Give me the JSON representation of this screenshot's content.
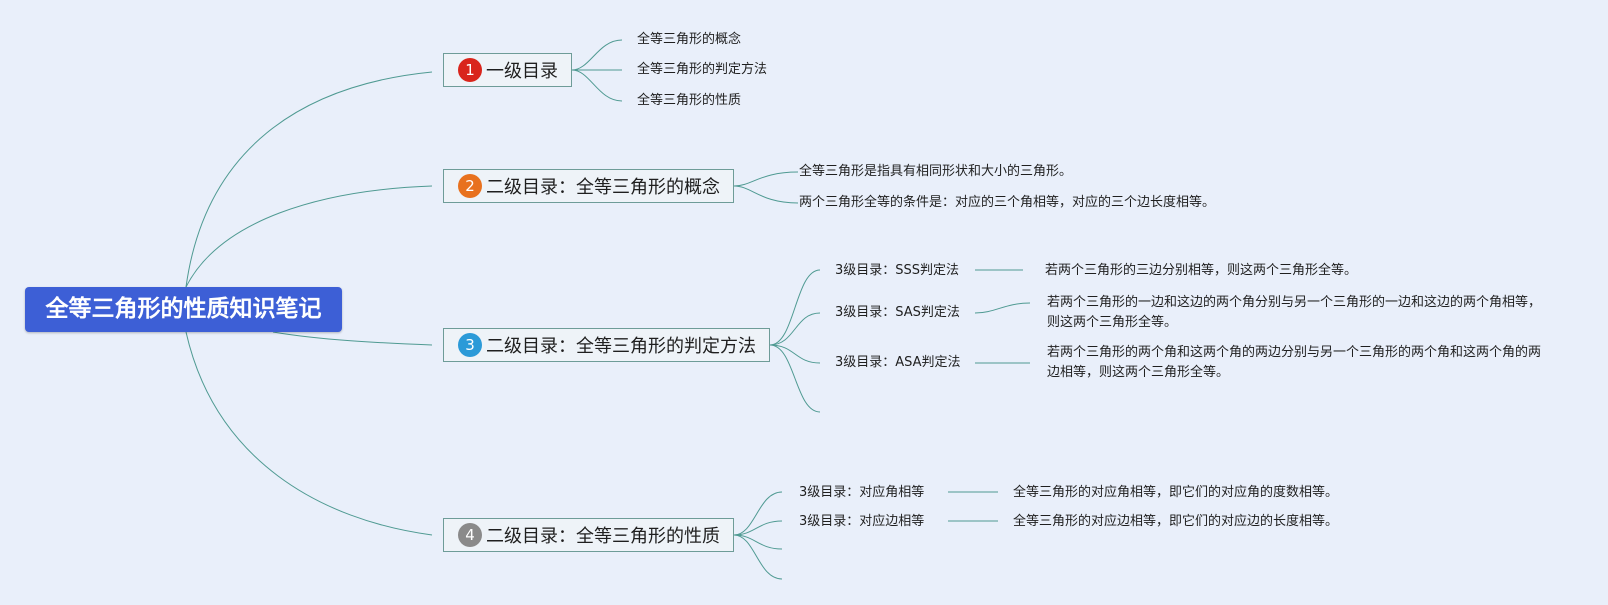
{
  "root": {
    "label": "全等三角形的性质知识笔记",
    "color": "#3d5fd6"
  },
  "branches": [
    {
      "num": "1",
      "num_color": "#d9251c",
      "label": "一级目录",
      "children": [
        "全等三角形的概念",
        "全等三角形的判定方法",
        "全等三角形的性质"
      ]
    },
    {
      "num": "2",
      "num_color": "#e8711e",
      "label": "二级目录：全等三角形的概念",
      "children": [
        "全等三角形是指具有相同形状和大小的三角形。",
        "两个三角形全等的条件是：对应的三个角相等，对应的三个边长度相等。"
      ]
    },
    {
      "num": "3",
      "num_color": "#2b9ad8",
      "label": "二级目录：全等三角形的判定方法",
      "children": [
        {
          "label": "3级目录：SSS判定法",
          "detail": "若两个三角形的三边分别相等，则这两个三角形全等。"
        },
        {
          "label": "3级目录：SAS判定法",
          "detail": "若两个三角形的一边和这边的两个角分别与另一个三角形的一边和这边的两个角相等，则这两个三角形全等。"
        },
        {
          "label": "3级目录：ASA判定法",
          "detail": "若两个三角形的两个角和这两个角的两边分别与另一个三角形的两个角和这两个角的两边相等，则这两个三角形全等。"
        }
      ]
    },
    {
      "num": "4",
      "num_color": "#8a8a8a",
      "label": "二级目录：全等三角形的性质",
      "children": [
        {
          "label": "3级目录：对应角相等",
          "detail": "全等三角形的对应角相等，即它们的对应角的度数相等。"
        },
        {
          "label": "3级目录：对应边相等",
          "detail": "全等三角形的对应边相等，即它们的对应边的长度相等。"
        }
      ]
    }
  ],
  "line_color": "#4f9a92"
}
